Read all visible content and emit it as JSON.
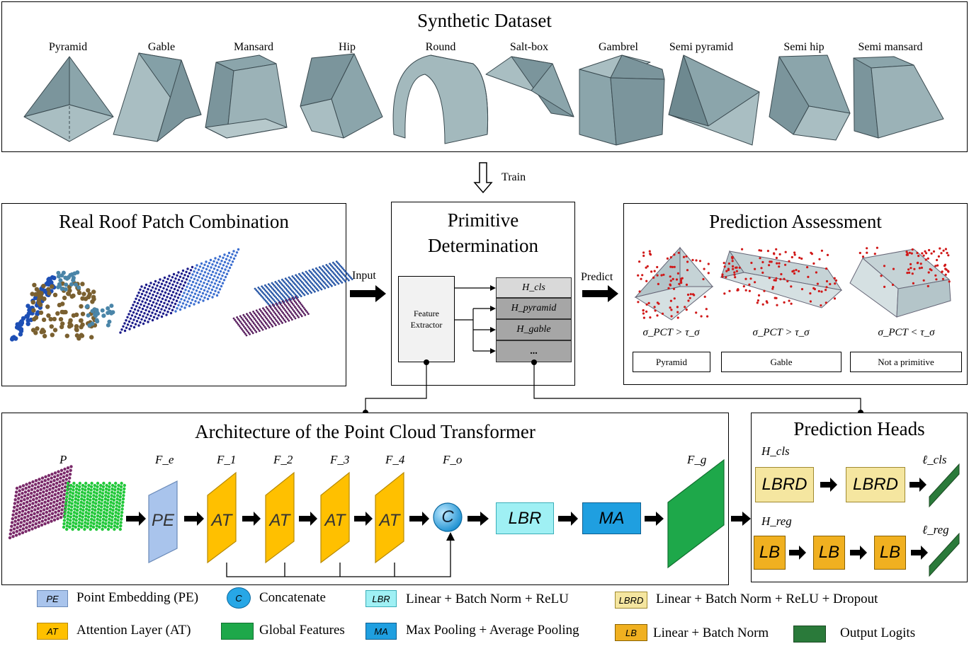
{
  "dataset": {
    "title": "Synthetic Dataset",
    "roofs": [
      "Pyramid",
      "Gable",
      "Mansard",
      "Hip",
      "Round",
      "Salt-box",
      "Gambrel",
      "Semi pyramid",
      "Semi hip",
      "Semi mansard"
    ]
  },
  "train_label": "Train",
  "real": {
    "title": "Real Roof Patch Combination"
  },
  "input_label": "Input",
  "primitive": {
    "title_line1": "Primitive",
    "title_line2": "Determination",
    "feature_extractor_line1": "Feature",
    "feature_extractor_line2": "Extractor",
    "heads": [
      "H_cls",
      "H_pyramid",
      "H_gable",
      "..."
    ]
  },
  "predict_label": "Predict",
  "assessment": {
    "title": "Prediction Assessment",
    "conditions": [
      "σ_PCT > τ_σ",
      "σ_PCT > τ_σ",
      "σ_PCT < τ_σ"
    ],
    "answers": [
      "Pyramid",
      "Gable",
      "Not a primitive"
    ]
  },
  "architecture": {
    "title": "Architecture of the Point Cloud Transformer",
    "symbols": [
      "P",
      "F_e",
      "F_1",
      "F_2",
      "F_3",
      "F_4",
      "F_o",
      "F_g"
    ],
    "blocks": {
      "pe": "PE",
      "at": "AT",
      "concat": "C",
      "lbr": "LBR",
      "ma": "MA"
    }
  },
  "heads": {
    "title": "Prediction Heads",
    "cls_symbol": "H_cls",
    "reg_symbol": "H_reg",
    "cls_out": "ℓ_cls",
    "reg_out": "ℓ_reg",
    "lbrd": "LBRD",
    "lb": "LB"
  },
  "legend": [
    {
      "tag": "PE",
      "text": "Point Embedding (PE)",
      "color": "#a9c4ec"
    },
    {
      "tag": "C",
      "text": "Concatenate",
      "color": "#27a7e6"
    },
    {
      "tag": "LBR",
      "text": "Linear + Batch Norm + ReLU",
      "color": "#9ff0f4"
    },
    {
      "tag": "LBRD",
      "text": "Linear + Batch Norm + ReLU + Dropout",
      "color": "#f5e6a0"
    },
    {
      "tag": "AT",
      "text": "Attention Layer (AT)",
      "color": "#ffc000"
    },
    {
      "tag": "",
      "text": "Global Features",
      "color": "#1ea84a"
    },
    {
      "tag": "MA",
      "text": "Max Pooling + Average Pooling",
      "color": "#1f9fe0"
    },
    {
      "tag": "LB",
      "text": "Linear + Batch Norm",
      "color": "#f0b020"
    },
    {
      "tag": "",
      "text": "Output Logits",
      "color": "#2a7a3a"
    }
  ],
  "colors": {
    "roof": "#9db3b8",
    "roof_dark": "#6c8790",
    "point_red": "#d01818"
  }
}
